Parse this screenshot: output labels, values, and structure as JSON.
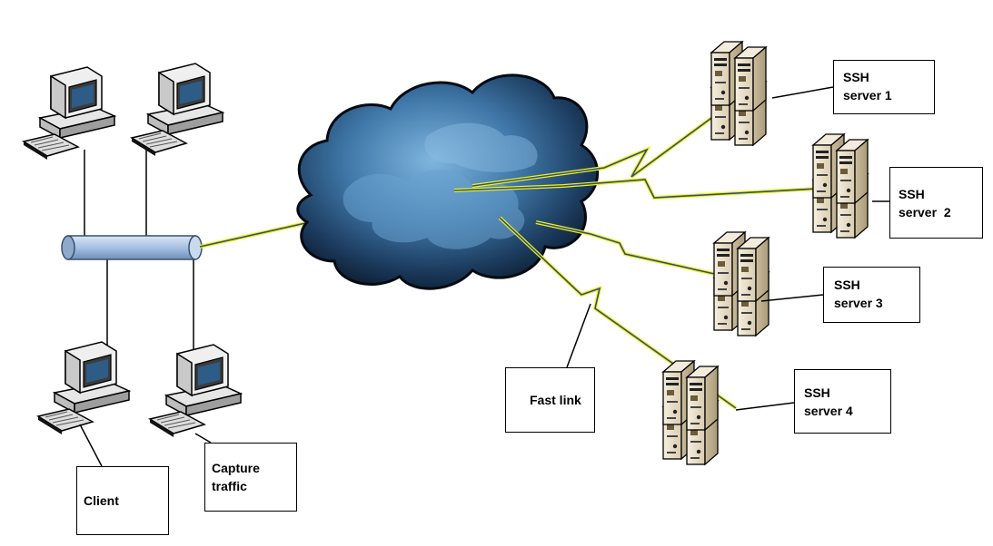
{
  "labels": {
    "server1": {
      "line1": "SSH",
      "line2": "server 1"
    },
    "server2": {
      "line1": "SSH",
      "line2": "server  2"
    },
    "server3": {
      "line1": "SSH",
      "line2": "server 3"
    },
    "server4": {
      "line1": "SSH",
      "line2": "server 4"
    },
    "fast_link": "Fast link",
    "client": "Client",
    "capture": {
      "line1": "Capture",
      "line2": "traffic"
    }
  },
  "icons": {
    "workstation": "desktop-computer-icon",
    "server": "tower-server-icon",
    "network": "cloud-icon",
    "bus": "network-bus-icon",
    "link": "lightning-link-icon"
  },
  "colors": {
    "cloud_light": "#6fa7d2",
    "cloud_dark": "#0f2236",
    "link_blue": "#2b4f8c",
    "lightning": "#f4f20c",
    "bus_fill": "#a9c3e3",
    "server_fill": "#ece3cf"
  }
}
